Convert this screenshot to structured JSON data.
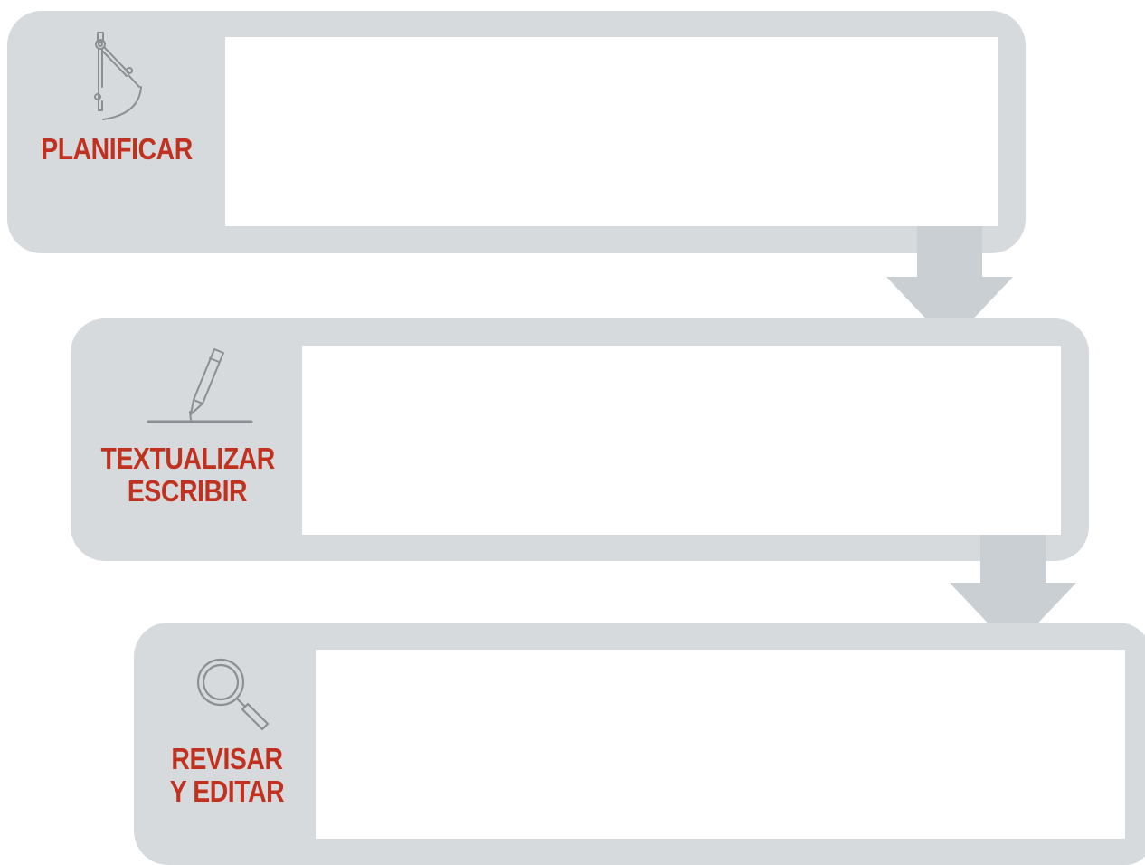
{
  "colors": {
    "card_background": "#d6dadd",
    "arrow": "#cacfd3",
    "label_text": "#c0321f",
    "icon_stroke": "#8a8f93",
    "content_box": "#ffffff"
  },
  "steps": [
    {
      "lines": [
        "PLANIFICAR"
      ],
      "icon": "compass-icon"
    },
    {
      "lines": [
        "TEXTUALIZAR",
        "ESCRIBIR"
      ],
      "icon": "pencil-icon"
    },
    {
      "lines": [
        "REVISAR",
        "Y EDITAR"
      ],
      "icon": "magnifier-icon"
    }
  ]
}
